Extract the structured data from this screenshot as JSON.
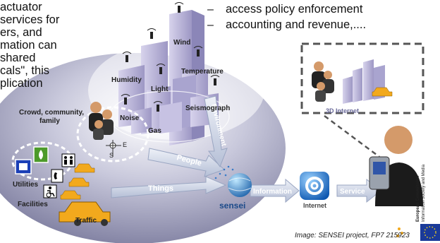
{
  "left_text": {
    "lines": [
      "actuator",
      "services for",
      "ers, and",
      "mation can",
      "shared",
      "cals\", this",
      "plication"
    ]
  },
  "right_bullets": {
    "items": [
      "access policy enforcement",
      "accounting and revenue,...."
    ]
  },
  "diagram": {
    "sensor_labels": {
      "wind": "Wind",
      "humidity": "Humidity",
      "temperature": "Temperature",
      "light": "Light",
      "noise": "Noise",
      "gas": "Gas",
      "seismograph": "Seismograph"
    },
    "crowd_label_1": "Crowd, community,",
    "crowd_label_2": "family",
    "utilities": "Utilities",
    "facilities": "Facilities",
    "traffic": "Traffic",
    "arrow_people": "People",
    "arrow_environment": "Environment",
    "arrow_things": "Things",
    "arrow_information": "Information",
    "arrow_service": "Service",
    "internet": "Internet",
    "internet_3d": "3D Internet",
    "sensei_logo": "sensei",
    "compass": {
      "s": "S",
      "e": "E"
    },
    "eu_text_1": "European Commission",
    "eu_text_2": "Information Society and Media"
  },
  "caption": "Image: SENSEI project, FP7 215923",
  "colors": {
    "ellipse": "#8c8cae",
    "arrow": "#cfd6e6",
    "arrow_text": "#ffffff",
    "internet_blue": "#1d6fc7",
    "taxi": "#f2a91d",
    "building": "#b9b4d6"
  }
}
